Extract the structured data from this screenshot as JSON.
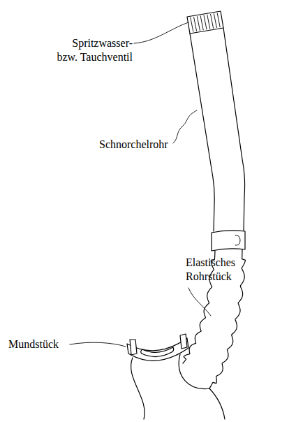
{
  "diagram": {
    "labels": [
      "Spritzwasser- bzw. Tauchventil",
      "Schnorchelrohr",
      "Elastisches Rohrstück",
      "Mundstück"
    ]
  }
}
